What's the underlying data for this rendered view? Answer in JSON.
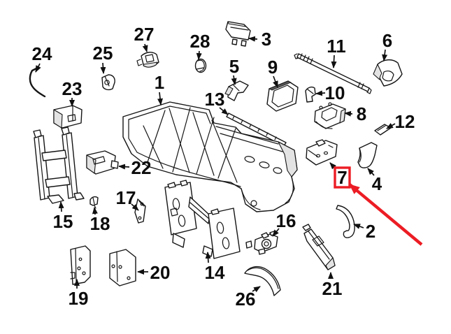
{
  "labels": {
    "1": "1",
    "2": "2",
    "3": "3",
    "4": "4",
    "5": "5",
    "6": "6",
    "7": "7",
    "8": "8",
    "9": "9",
    "10": "10",
    "11": "11",
    "12": "12",
    "13": "13",
    "14": "14",
    "15": "15",
    "16": "16",
    "17": "17",
    "18": "18",
    "19": "19",
    "20": "20",
    "21": "21",
    "22": "22",
    "23": "23",
    "24": "24",
    "25": "25",
    "26": "26",
    "27": "27",
    "28": "28"
  },
  "highlight": {
    "part_number": "7",
    "color": "#ec1c24"
  },
  "colors": {
    "background": "#ffffff",
    "line": "#151515"
  }
}
